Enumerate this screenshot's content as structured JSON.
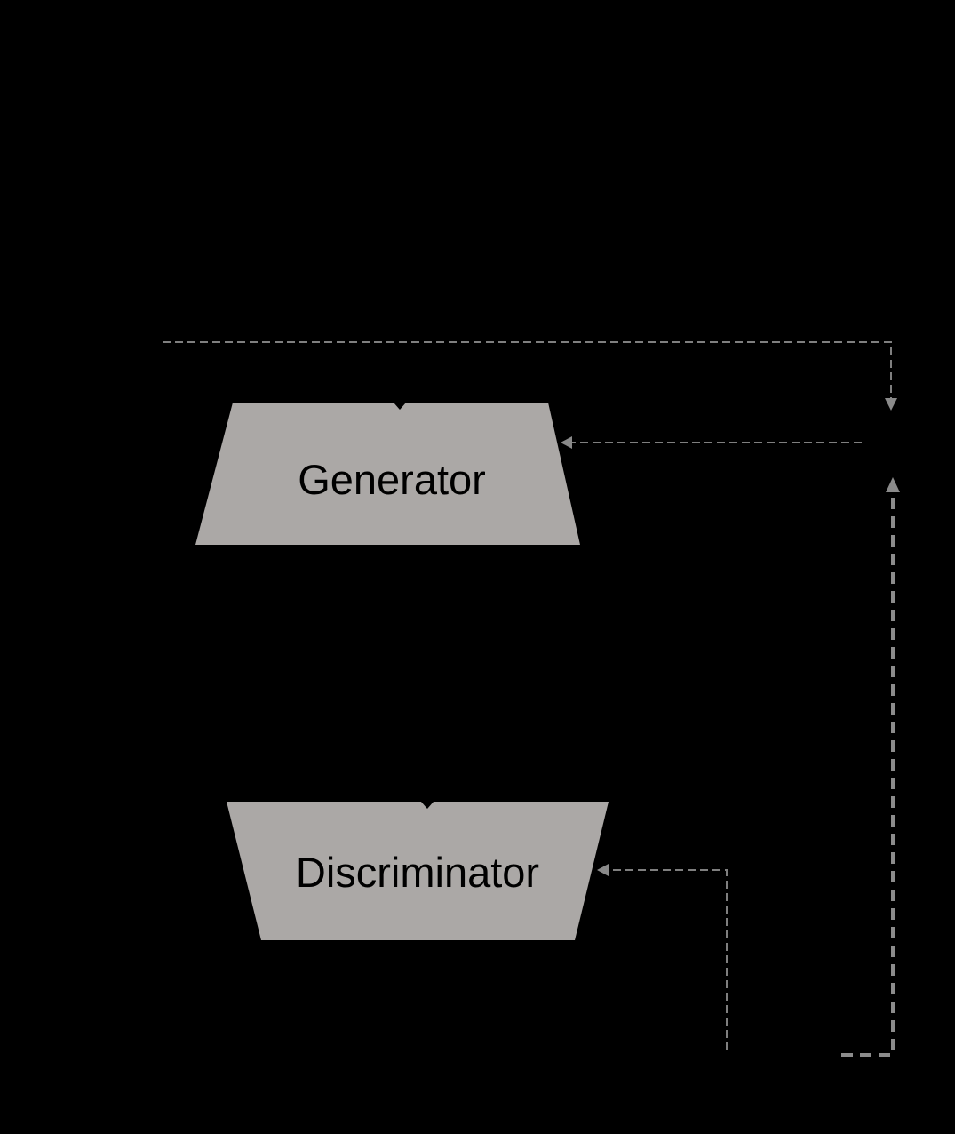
{
  "page": {
    "background": "#000000"
  },
  "diagram": {
    "type": "flow-diagram",
    "subject": "GAN training loop",
    "nodes": [
      {
        "id": "generator",
        "label": "Generator",
        "shape": "trapezoid-widening-down"
      },
      {
        "id": "discriminator",
        "label": "Discriminator",
        "shape": "trapezoid-narrowing-down"
      }
    ],
    "edges": [
      {
        "id": "top-feedback-loop",
        "style": "dashed-thin",
        "arrow": "down"
      },
      {
        "id": "feedback-into-generator",
        "style": "dashed-thin",
        "arrow": "left"
      },
      {
        "id": "right-riser",
        "style": "dashed-thick",
        "arrow": "up"
      },
      {
        "id": "feedback-into-discriminator",
        "style": "dashed-thin",
        "arrow": "left"
      }
    ],
    "colors": {
      "node_fill": "#ABA8A6",
      "node_label": "#000000",
      "edge_thin": "#7F7F7F",
      "edge_thick": "#8C8C8C",
      "arrowhead": "#8A8A8A",
      "hidden_marker": "#000000",
      "background": "#000000"
    }
  }
}
